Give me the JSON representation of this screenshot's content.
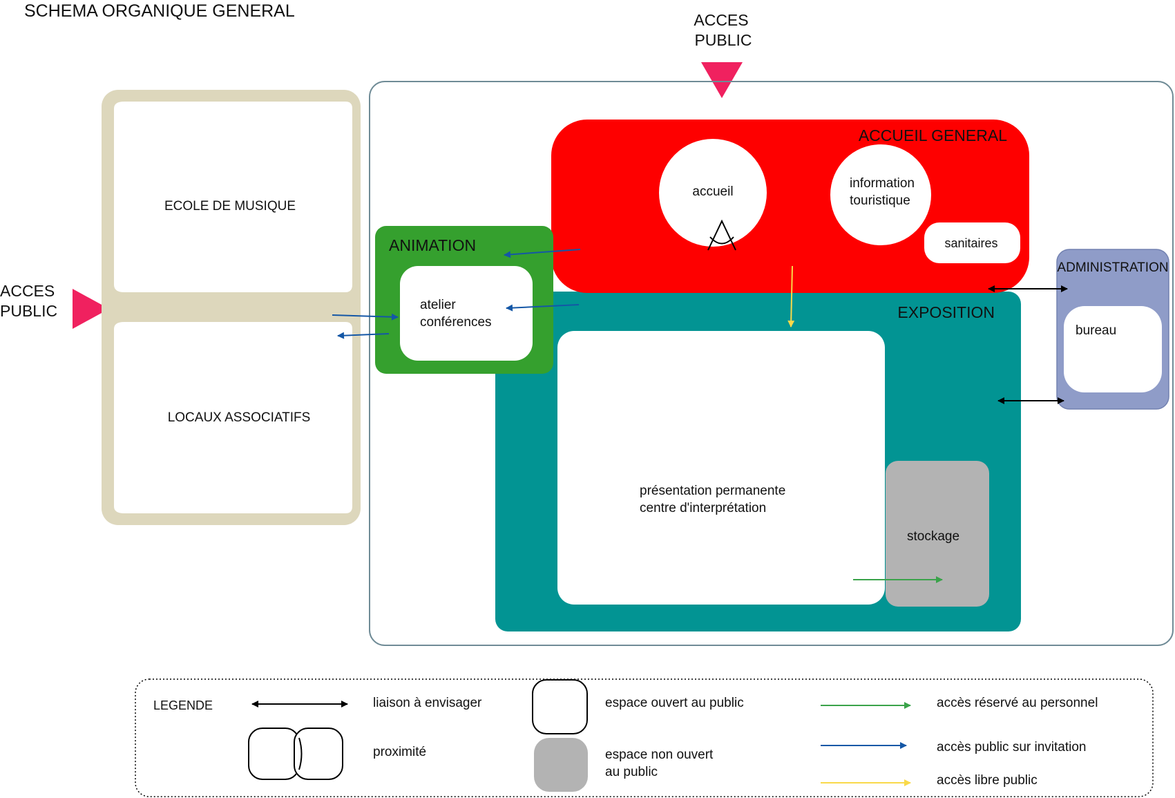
{
  "title": "SCHEMA ORGANIQUE GENERAL",
  "colors": {
    "accueil": "#fe0000",
    "animation": "#35a02e",
    "exposition": "#029493",
    "administration": "#8f9cc8",
    "associatif": "#ddd7bc",
    "stockage": "#b3b3b3",
    "acces_marker": "#f0215f",
    "arrow_invitation": "#1457a6",
    "arrow_personnel": "#3aa34a",
    "arrow_libre": "#f9d94a",
    "arrow_liaison": "#000000"
  },
  "acces_top": {
    "line1": "ACCES",
    "line2": "PUBLIC"
  },
  "acces_left": {
    "line1": "ACCES",
    "line2": "PUBLIC"
  },
  "ecole": "ECOLE DE MUSIQUE",
  "locaux": "LOCAUX ASSOCIATIFS",
  "accueil_general": {
    "title": "ACCUEIL GENERAL",
    "accueil": "accueil",
    "info_line1": "information",
    "info_line2": "touristique",
    "sanitaires": "sanitaires"
  },
  "animation": {
    "title": "ANIMATION",
    "line1": "atelier",
    "line2": "conférences"
  },
  "exposition": {
    "title": "EXPOSITION",
    "line1": "présentation permanente",
    "line2": "centre d'interprétation",
    "stockage": "stockage"
  },
  "administration": {
    "title": "ADMINISTRATION",
    "bureau": "bureau"
  },
  "legend": {
    "title": "LEGENDE",
    "liaison": "liaison à envisager",
    "proximite": "proximité",
    "espace_ouvert": "espace ouvert au public",
    "espace_non_line1": "espace non ouvert",
    "espace_non_line2": "au public",
    "acces_personnel": "accès réservé au personnel",
    "acces_invitation": "accès public sur invitation",
    "acces_libre": "accès libre public"
  }
}
